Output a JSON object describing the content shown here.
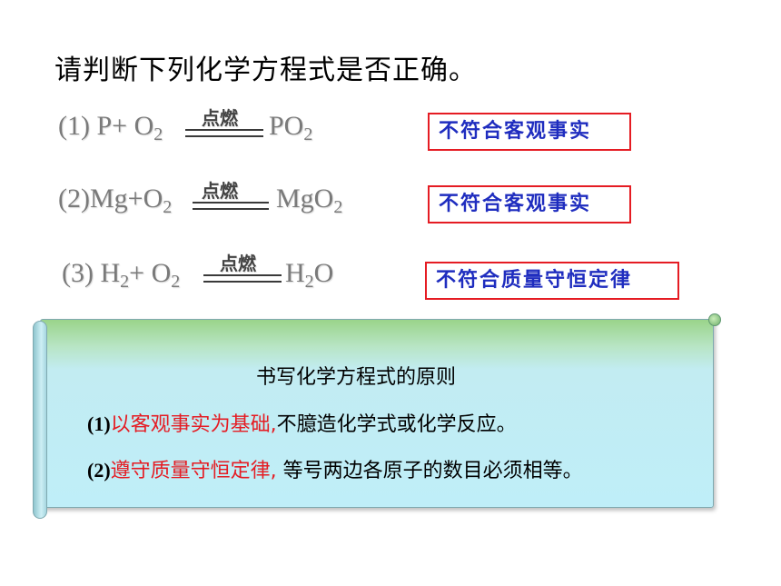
{
  "title": "请判断下列化学方程式是否正确。",
  "condition_label": "点燃",
  "equations": [
    {
      "number": "(1) ",
      "lhs": [
        {
          "t": "P+ O"
        },
        {
          "sub": "2"
        }
      ],
      "rhs": [
        {
          "t": "PO"
        },
        {
          "sub": "2"
        }
      ],
      "verdict": "不符合客观事实"
    },
    {
      "number": "(2)",
      "lhs": [
        {
          "t": "Mg+O"
        },
        {
          "sub": "2"
        }
      ],
      "rhs": [
        {
          "t": "MgO"
        },
        {
          "sub": "2"
        }
      ],
      "verdict": "不符合客观事实"
    },
    {
      "number": "(3) ",
      "lhs": [
        {
          "t": "H"
        },
        {
          "sub": "2"
        },
        {
          "t": "+ O"
        },
        {
          "sub": "2"
        }
      ],
      "rhs": [
        {
          "t": "H"
        },
        {
          "sub": "2"
        },
        {
          "t": "O"
        }
      ],
      "verdict": "不符合质量守恒定律"
    }
  ],
  "principles": {
    "heading": "书写化学方程式的原则",
    "rule1": {
      "num": "(1)",
      "highlight": "以客观事实为基础,",
      "rest": "不臆造化学式或化学反应。"
    },
    "rule2": {
      "num": "(2)",
      "highlight": "遵守质量守恒定律,",
      "rest": " 等号两边各原子的数目必须相等。"
    }
  },
  "colors": {
    "verdict_border": "#e51c23",
    "verdict_text": "#1f2dbf",
    "highlight": "#e51c23"
  }
}
